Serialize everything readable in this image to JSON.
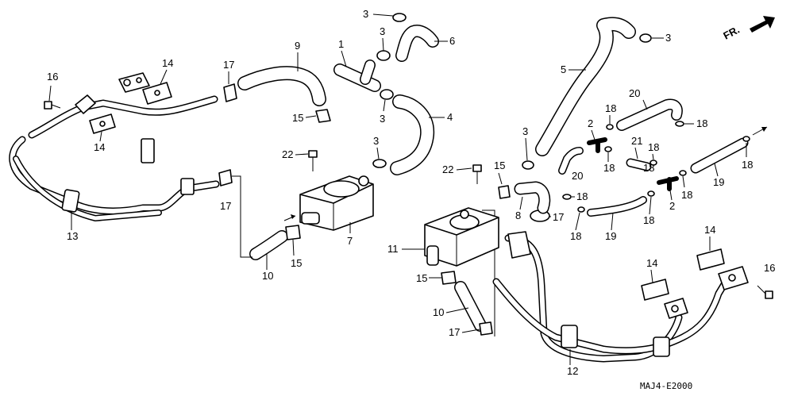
{
  "diagram": {
    "code": "MAJ4-E2000",
    "direction_label": "FR.",
    "callouts": [
      "1",
      "2",
      "3",
      "4",
      "5",
      "6",
      "7",
      "8",
      "9",
      "10",
      "11",
      "12",
      "13",
      "14",
      "15",
      "16",
      "17",
      "18",
      "19",
      "20",
      "21",
      "22"
    ]
  }
}
